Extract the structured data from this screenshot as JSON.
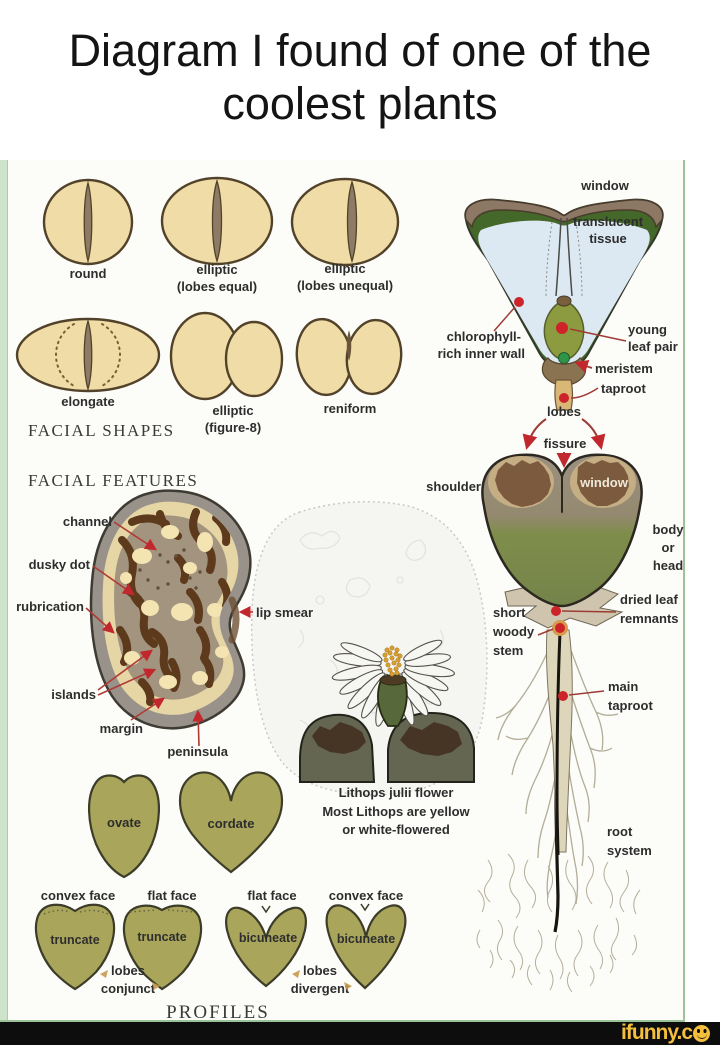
{
  "title": {
    "line1": "Diagram I found of one of the",
    "line2": "coolest plants"
  },
  "facial_shapes": {
    "heading": "FACIAL SHAPES",
    "round": "round",
    "elliptic_equal_1": "elliptic",
    "elliptic_equal_2": "(lobes equal)",
    "elliptic_unequal_1": "elliptic",
    "elliptic_unequal_2": "(lobes unequal)",
    "elongate": "elongate",
    "figure8_1": "elliptic",
    "figure8_2": "(figure-8)",
    "reniform": "reniform"
  },
  "cross_section": {
    "window": "window",
    "translucent_1": "translucent",
    "translucent_2": "tissue",
    "chlorophyll_1": "chlorophyll-",
    "chlorophyll_2": "rich inner wall",
    "young_1": "young",
    "young_2": "leaf pair",
    "meristem": "meristem",
    "taproot": "taproot",
    "lobes": "lobes",
    "fissure": "fissure"
  },
  "facial_features": {
    "heading": "FACIAL FEATURES",
    "channel": "channel",
    "dusky_dot": "dusky dot",
    "rubrication": "rubrication",
    "islands": "islands",
    "margin": "margin",
    "peninsula": "peninsula",
    "lip_smear": "lip smear"
  },
  "plant": {
    "shoulder": "shoulder",
    "window": "window",
    "body_1": "body",
    "body_2": "or",
    "body_3": "head",
    "dried_1": "dried leaf",
    "dried_2": "remnants",
    "stem_1": "short",
    "stem_2": "woody",
    "stem_3": "stem",
    "main_taproot_1": "main",
    "main_taproot_2": "taproot",
    "root_1": "root",
    "root_2": "system"
  },
  "flower": {
    "caption_1": "Lithops julii flower",
    "caption_2": "Most Lithops are yellow",
    "caption_3": "or white-flowered"
  },
  "profiles": {
    "heading": "PROFILES",
    "ovate": "ovate",
    "cordate": "cordate",
    "face_1": "convex face",
    "face_2": "flat face",
    "face_3": "flat face",
    "face_4": "convex face",
    "shape_1": "truncate",
    "shape_2": "truncate",
    "shape_3": "bicuneate",
    "shape_4": "bicuneate",
    "conjunct_1": "lobes",
    "conjunct_2": "conjunct",
    "divergent_1": "lobes",
    "divergent_2": "divergent"
  },
  "watermark": {
    "brand": "ifunny.c"
  },
  "colors": {
    "leaf_tan": "#f0dca6",
    "outline_brown": "#52422a",
    "wall_green": "#44672a",
    "translucent_blue": "#dce8f2",
    "body_olive": "#7d8c49",
    "profile_olive": "#a9a65c",
    "accent_red": "#cc2429",
    "watermark_yellow": "#f5bf3d"
  }
}
